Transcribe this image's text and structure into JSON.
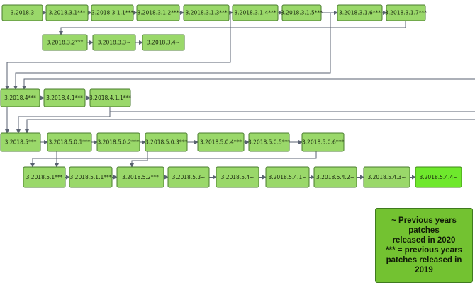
{
  "nodes": [
    {
      "id": "n0",
      "label": "3.2018.3"
    },
    {
      "id": "n1",
      "label": "3.2018.3.1***"
    },
    {
      "id": "n2",
      "label": "3.2018.3.1.1***"
    },
    {
      "id": "n3",
      "label": "3.2018.3.1.2***"
    },
    {
      "id": "n4",
      "label": "3.2018.3.1.3***"
    },
    {
      "id": "n5",
      "label": "3.2018.3.1.4***"
    },
    {
      "id": "n6",
      "label": "3.2018.3.1.5***"
    },
    {
      "id": "n7",
      "label": "3.2018.3.1.6***"
    },
    {
      "id": "n8",
      "label": "3.2018.3.1.7***"
    },
    {
      "id": "n9",
      "label": "3.2018.3.2***"
    },
    {
      "id": "n10",
      "label": "3.2018.3.3~"
    },
    {
      "id": "n11",
      "label": "3.2018.3.4~"
    },
    {
      "id": "n12",
      "label": "3.2018.4***"
    },
    {
      "id": "n13",
      "label": "3.2018.4.1***"
    },
    {
      "id": "n14",
      "label": "3.2018.4.1.1***"
    },
    {
      "id": "n15",
      "label": "3.2018.5***"
    },
    {
      "id": "n16",
      "label": "3.2018.5.0.1***"
    },
    {
      "id": "n17",
      "label": "3.2018.5.0.2***"
    },
    {
      "id": "n18",
      "label": "3.2018.5.0.3***"
    },
    {
      "id": "n19",
      "label": "3.2018.5.0.4***"
    },
    {
      "id": "n20",
      "label": "3.2018.5.0.5***"
    },
    {
      "id": "n21",
      "label": "3.2018.5.0.6***"
    },
    {
      "id": "n22",
      "label": "3.2018.5.1***"
    },
    {
      "id": "n23",
      "label": "3.2018.5.1.1***"
    },
    {
      "id": "n24",
      "label": "3.2018.5.2***"
    },
    {
      "id": "n25",
      "label": "3.2018.5.3~"
    },
    {
      "id": "n26",
      "label": "3.2018.5.4~"
    },
    {
      "id": "n27",
      "label": "3.2018.5.4.1~"
    },
    {
      "id": "n28",
      "label": "3.2018.5.4.2~"
    },
    {
      "id": "n29",
      "label": "3.2018.5.4.3~"
    },
    {
      "id": "n30",
      "label": "3.2018.5.4.4~",
      "highlight": true
    }
  ],
  "edges": [
    [
      "n0",
      "n1"
    ],
    [
      "n1",
      "n2"
    ],
    [
      "n2",
      "n3"
    ],
    [
      "n3",
      "n4"
    ],
    [
      "n4",
      "n5"
    ],
    [
      "n5",
      "n6"
    ],
    [
      "n6",
      "n7"
    ],
    [
      "n7",
      "n8"
    ],
    [
      "n8",
      "n9"
    ],
    [
      "n9",
      "n10"
    ],
    [
      "n10",
      "n11"
    ],
    [
      "n5",
      "n12"
    ],
    [
      "n7",
      "n12"
    ],
    [
      "n11",
      "n12"
    ],
    [
      "n12",
      "n13"
    ],
    [
      "n13",
      "n14"
    ],
    [
      "n12",
      "n15"
    ],
    [
      "n14",
      "n15"
    ],
    [
      "n15",
      "n16"
    ],
    [
      "n16",
      "n17"
    ],
    [
      "n17",
      "n18"
    ],
    [
      "n18",
      "n19"
    ],
    [
      "n19",
      "n20"
    ],
    [
      "n20",
      "n21"
    ],
    [
      "n16",
      "n22"
    ],
    [
      "n21",
      "n22"
    ],
    [
      "n22",
      "n23"
    ],
    [
      "n23",
      "n24"
    ],
    [
      "n18",
      "n24"
    ],
    [
      "n24",
      "n25"
    ],
    [
      "n25",
      "n26"
    ],
    [
      "n26",
      "n27"
    ],
    [
      "n27",
      "n28"
    ],
    [
      "n28",
      "n29"
    ],
    [
      "n29",
      "n30"
    ]
  ],
  "legend": {
    "line1": "~ Previous years patches",
    "line2": "released in 2020",
    "line3": "*** = previous years",
    "line4": "patches released in 2019"
  },
  "colors": {
    "node_fill": "#9ad86a",
    "node_highlight": "#6ee82c",
    "legend_fill": "#73c231",
    "edge": "#5a6272"
  }
}
